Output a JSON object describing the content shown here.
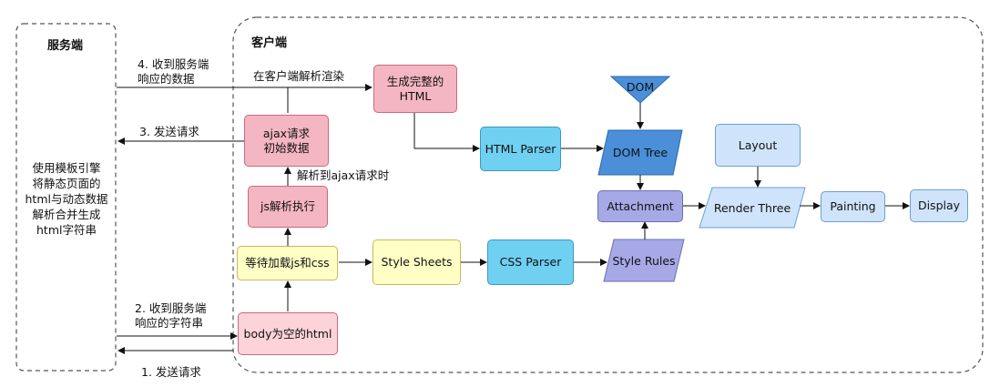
{
  "server": {
    "title": "服务端",
    "desc": [
      "使用模板引擎",
      "将静态页面的",
      "html与动态数据",
      "解析合并生成",
      "html字符串"
    ]
  },
  "client": {
    "title": "客户端"
  },
  "edges": {
    "recv_data": [
      "4. 收到服务端",
      "响应的数据"
    ],
    "send_req_3": "3. 发送请求",
    "recv_str": [
      "2. 收到服务端",
      "响应的字符串"
    ],
    "send_req_1": "1. 发送请求",
    "render_client": "在客户端解析渲染",
    "parse_to_ajax": "解析到ajax请求时"
  },
  "nodes": {
    "full_html": [
      "生成完整的",
      "HTML"
    ],
    "ajax": [
      "ajax请求",
      "初始数据"
    ],
    "js_exec": "js解析执行",
    "wait_load": "等待加载js和css",
    "body_html": "body为空的html",
    "html_parser": "HTML Parser",
    "dom": "DOM",
    "dom_tree": "DOM Tree",
    "attachment": "Attachment",
    "layout": "Layout",
    "render_tree": "Render Three",
    "painting": "Painting",
    "display": "Display",
    "style_sheets": "Style Sheets",
    "css_parser": "CSS Parser",
    "style_rules": "Style Rules"
  },
  "colors": {
    "pink": "#f4b6c2",
    "pink_light": "#fbd3d8",
    "yellow": "#ffffc6",
    "cyan": "#6fd0f2",
    "blue": "#4a8fd8",
    "purple": "#a6a9e6",
    "light_blue": "#cfe4fb"
  }
}
